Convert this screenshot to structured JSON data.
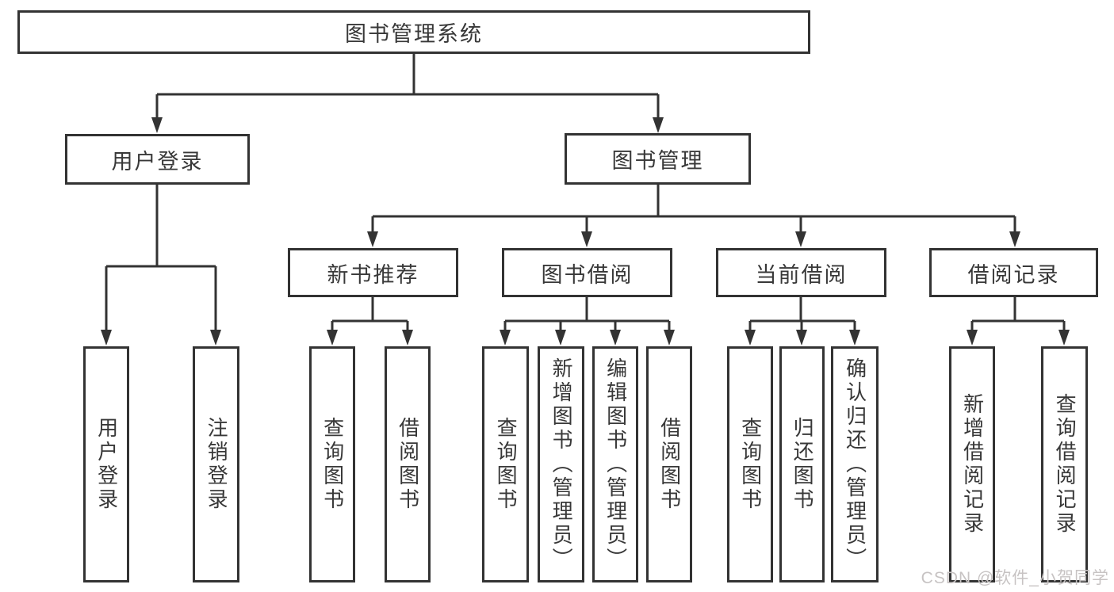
{
  "tree": {
    "root": "图书管理系统",
    "user_login": {
      "label": "用户登录",
      "children": [
        "用户登录",
        "注销登录"
      ]
    },
    "book_mgmt": {
      "label": "图书管理",
      "modules": [
        {
          "label": "新书推荐",
          "children": [
            "查询图书",
            "借阅图书"
          ]
        },
        {
          "label": "图书借阅",
          "children": [
            "查询图书",
            "新增图书（管理员）",
            "编辑图书（管理员）",
            "借阅图书"
          ]
        },
        {
          "label": "当前借阅",
          "children": [
            "查询图书",
            "归还图书",
            "确认归还（管理员）"
          ]
        },
        {
          "label": "借阅记录",
          "children": [
            "新增借阅记录",
            "查询借阅记录"
          ]
        }
      ]
    }
  },
  "watermark": "CSDN @软件_小贺同学",
  "colors": {
    "line": "#333333",
    "box_border": "#333333",
    "text": "#383838",
    "watermark": "#c7c3c3",
    "background": "#ffffff"
  }
}
